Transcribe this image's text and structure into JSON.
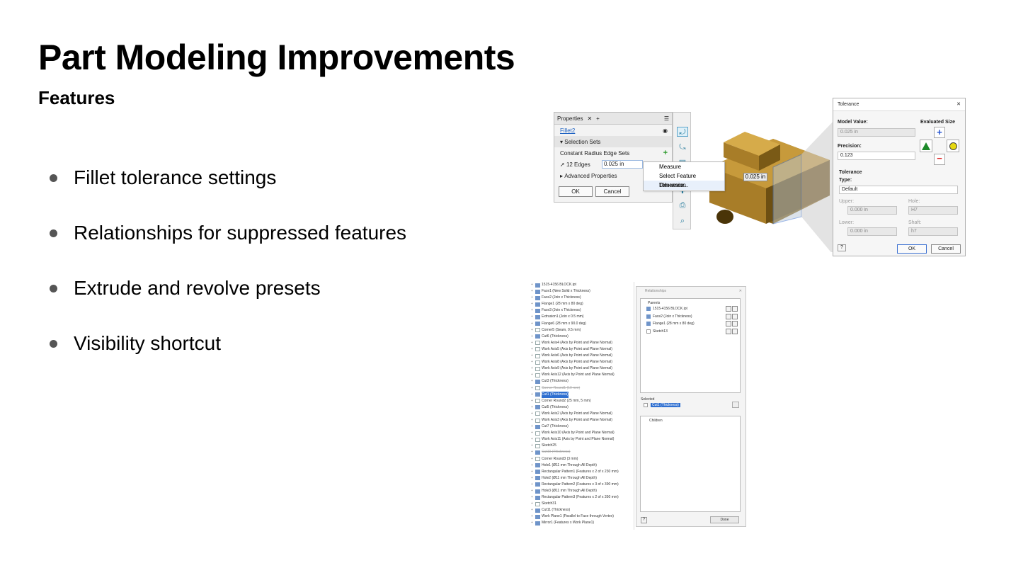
{
  "title": "Part Modeling Improvements",
  "subtitle": "Features",
  "bullets": [
    "Fillet tolerance settings",
    "Relationships for suppressed features",
    "Extrude and revolve presets",
    "Visibility shortcut"
  ],
  "properties_panel": {
    "tab": "Properties",
    "feature": "Fillet2",
    "section_selection": "Selection Sets",
    "set_label": "Constant Radius Edge Sets",
    "edges": "12 Edges",
    "radius_value": "0.025 in",
    "section_advanced": "Advanced Properties",
    "ok": "OK",
    "cancel": "Cancel"
  },
  "context_menu": [
    "Measure",
    "Select Feature Dimension",
    "Tolerance..."
  ],
  "dimension_label": "0.025 in",
  "tolerance_dialog": {
    "title": "Tolerance",
    "model_value_label": "Model Value:",
    "model_value": "0.025 in",
    "evaluated_size": "Evaluated Size",
    "precision_label": "Precision:",
    "precision": "0.123",
    "tolerance_section": "Tolerance",
    "type_label": "Type:",
    "type_value": "Default",
    "upper_label": "Upper:",
    "upper_value": "0.000 in",
    "hole_label": "Hole:",
    "hole_value": "H7",
    "lower_label": "Lower:",
    "lower_value": "0.000 in",
    "shaft_label": "Shaft:",
    "shaft_value": "h7",
    "ok": "OK",
    "cancel": "Cancel"
  },
  "model_tree": [
    "1515-4156 BLOCK.ipt",
    "Face1 (New Solid x Thickness)",
    "Face2 (Join x Thickness)",
    "Flange1 (28 mm x 80 deg)",
    "Face3 (Join x Thickness)",
    "Extrusion1 (Join x 0.5 mm)",
    "Flange6 (28 mm x 90.0 deg)",
    "Corner5 (Seam, 0.5 mm)",
    "Cut6 (Thickness)",
    "Work Axis4 (Axis by Point and Plane Normal)",
    "Work Axis5 (Axis by Point and Plane Normal)",
    "Work Axis6 (Axis by Point and Plane Normal)",
    "Work Axis8 (Axis by Point and Plane Normal)",
    "Work Axis9 (Axis by Point and Plane Normal)",
    "Work Axis12 (Axis by Point and Plane Normal)",
    "Cut3 (Thickness)",
    "Corner Round1 (10 mm)",
    "Cut1 (Thickness)",
    "Corner Round2 (25 mm, 5 mm)",
    "Cut5 (Thickness)",
    "Work Axis2 (Axis by Point and Plane Normal)",
    "Work Axis3 (Axis by Point and Plane Normal)",
    "Cut7 (Thickness)",
    "Work Axis10 (Axis by Point and Plane Normal)",
    "Work Axis11 (Axis by Point and Plane Normal)",
    "Sketch25",
    "Cut10 (Thickness)",
    "Corner Round3 (3 mm)",
    "Hole1 (Ø11 mm Through All Depth)",
    "Rectangular Pattern1 (Features x 2 of x 230 mm)",
    "Hole2 (Ø11 mm Through All Depth)",
    "Rectangular Pattern2 (Features x 3 of x 390 mm)",
    "Hole3 (Ø11 mm Through All Depth)",
    "Rectangular Pattern3 (Features x 2 of x 350 mm)",
    "Sketch31",
    "Cut11 (Thickness)",
    "Work Plane1 (Parallel to Face through Vertex)",
    "Mirror1 (Features x Work Plane1)"
  ],
  "relationships_dialog": {
    "title": "Relationships",
    "parents_label": "Parents",
    "parents": [
      "1515-4156 BLOCK.ipt",
      "Face2 (Join x Thickness)",
      "Flange1 (28 mm x 80 deg)",
      "Sketch13"
    ],
    "selected_label": "Selected",
    "selected_item": "Cut1 (Thickness)",
    "children_label": "Children",
    "done": "Done"
  },
  "colors": {
    "accent_blue": "#1f63c3",
    "model_bronze": "#9a7420",
    "highlight": "#2f6fd0"
  }
}
